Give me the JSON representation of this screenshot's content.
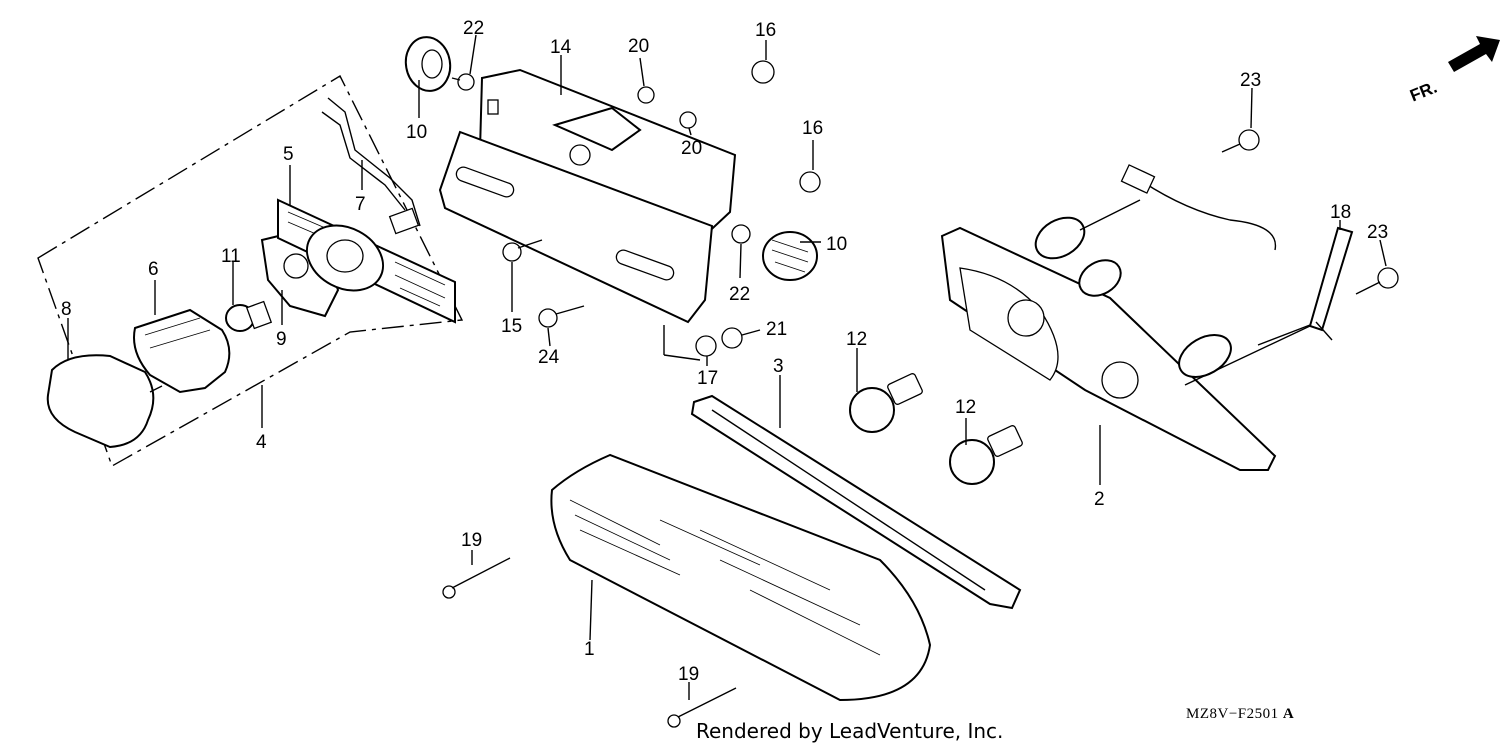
{
  "callouts": [
    {
      "num": "1"
    },
    {
      "num": "2"
    },
    {
      "num": "3"
    },
    {
      "num": "4"
    },
    {
      "num": "5"
    },
    {
      "num": "6"
    },
    {
      "num": "7"
    },
    {
      "num": "8"
    },
    {
      "num": "9"
    },
    {
      "num": "10"
    },
    {
      "num": "10"
    },
    {
      "num": "11"
    },
    {
      "num": "12"
    },
    {
      "num": "12"
    },
    {
      "num": "14"
    },
    {
      "num": "15"
    },
    {
      "num": "16"
    },
    {
      "num": "16"
    },
    {
      "num": "17"
    },
    {
      "num": "18"
    },
    {
      "num": "19"
    },
    {
      "num": "19"
    },
    {
      "num": "20"
    },
    {
      "num": "20"
    },
    {
      "num": "21"
    },
    {
      "num": "22"
    },
    {
      "num": "22"
    },
    {
      "num": "23"
    },
    {
      "num": "23"
    },
    {
      "num": "24"
    }
  ],
  "direction_label": "FR.",
  "diagram_code": "MZ8V−F2501",
  "diagram_code_suffix": "A",
  "footer": "Rendered by LeadVenture, Inc."
}
